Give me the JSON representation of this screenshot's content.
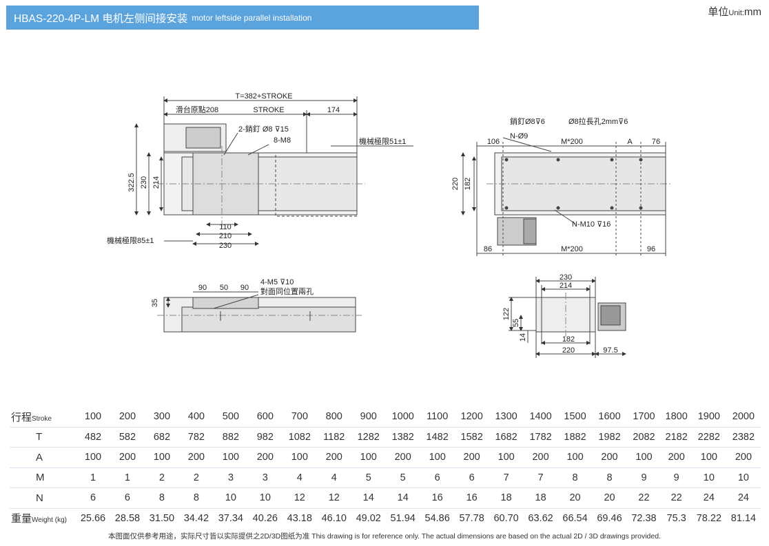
{
  "header": {
    "title": "HBAS-220-4P-LM 电机左侧间接安装",
    "subtitle": "motor leftside parallel installation",
    "unit_cn": "单位",
    "unit_en": "Unit:",
    "unit_value": "mm"
  },
  "drawing_labels": {
    "total": "T=382+STROKE",
    "home": "滑台原點208",
    "stroke": "STROKE",
    "d174": "174",
    "pins": "2-銷釘 Ø8",
    "pins_depth": "15",
    "m8": "8-M8",
    "mech_limit_51": "機械極限51±1",
    "d322": "322.5",
    "d230": "230",
    "d214": "214",
    "d110": "110",
    "d210": "210",
    "d230b": "230",
    "mech_limit_85": "機械極限85±1",
    "pin_top": "銷釘Ø8",
    "pin_top_depth": "6",
    "slot": "Ø8拉長孔2mm",
    "slot_depth": "6",
    "d106": "106",
    "n_holes": "N-Ø9",
    "m200_top": "M*200",
    "a_label": "A",
    "d76": "76",
    "d220": "220",
    "d182": "182",
    "nm10": "N-M10",
    "nm10_depth": "16",
    "d86": "86",
    "m200_bottom": "M*200",
    "d96": "96",
    "d90a": "90",
    "d50": "50",
    "d90b": "90",
    "m5": "4-M5",
    "m5_depth": "10",
    "opposite": "對面同位置兩孔",
    "d35": "35",
    "e230": "230",
    "e214": "214",
    "e122": "122",
    "e55": "55",
    "e14": "14",
    "e182": "182",
    "e220": "220",
    "e975": "97.5"
  },
  "table": {
    "rows": [
      {
        "label": "行程",
        "label_small": "Stroke",
        "values": [
          "100",
          "200",
          "300",
          "400",
          "500",
          "600",
          "700",
          "800",
          "900",
          "1000",
          "1100",
          "1200",
          "1300",
          "1400",
          "1500",
          "1600",
          "1700",
          "1800",
          "1900",
          "2000"
        ]
      },
      {
        "label": "T",
        "label_small": "",
        "values": [
          "482",
          "582",
          "682",
          "782",
          "882",
          "982",
          "1082",
          "1182",
          "1282",
          "1382",
          "1482",
          "1582",
          "1682",
          "1782",
          "1882",
          "1982",
          "2082",
          "2182",
          "2282",
          "2382"
        ]
      },
      {
        "label": "A",
        "label_small": "",
        "values": [
          "100",
          "200",
          "100",
          "200",
          "100",
          "200",
          "100",
          "200",
          "100",
          "200",
          "100",
          "200",
          "100",
          "200",
          "100",
          "200",
          "100",
          "200",
          "100",
          "200"
        ]
      },
      {
        "label": "M",
        "label_small": "",
        "values": [
          "1",
          "1",
          "2",
          "2",
          "3",
          "3",
          "4",
          "4",
          "5",
          "5",
          "6",
          "6",
          "7",
          "7",
          "8",
          "8",
          "9",
          "9",
          "10",
          "10"
        ]
      },
      {
        "label": "N",
        "label_small": "",
        "values": [
          "6",
          "6",
          "8",
          "8",
          "10",
          "10",
          "12",
          "12",
          "14",
          "14",
          "16",
          "16",
          "18",
          "18",
          "20",
          "20",
          "22",
          "22",
          "24",
          "24"
        ]
      },
      {
        "label": "重量",
        "label_small": "Weight (kg)",
        "values": [
          "25.66",
          "28.58",
          "31.50",
          "34.42",
          "37.34",
          "40.26",
          "43.18",
          "46.10",
          "49.02",
          "51.94",
          "54.86",
          "57.78",
          "60.70",
          "63.62",
          "66.54",
          "69.46",
          "72.38",
          "75.3",
          "78.22",
          "81.14"
        ]
      }
    ]
  },
  "footer": {
    "note": "本图面仅供参考用途，实际尺寸皆以实际提供之2D/3D图纸为准 This drawing is for reference only. The actual dimensions are based on the actual 2D / 3D drawings provided."
  }
}
